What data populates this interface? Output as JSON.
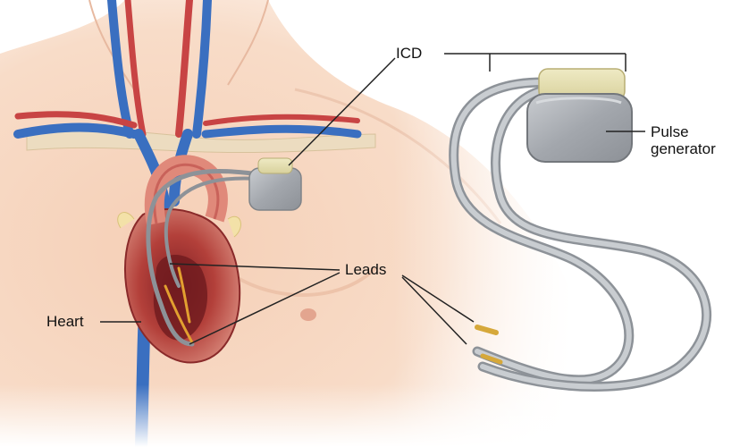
{
  "labels": {
    "icd": "ICD",
    "pulse_generator_line1": "Pulse",
    "pulse_generator_line2": "generator",
    "leads": "Leads",
    "heart": "Heart"
  },
  "colors": {
    "skin": "#f6d2b8",
    "artery": "#c84444",
    "vein": "#3a6fc0",
    "heart_muscle": "#b8453c",
    "device_body": "#a9adb3",
    "device_header": "#e4dfb4",
    "lead_wire": "#9ea3a8",
    "lead_tip": "#d6a83a",
    "callout_line": "#222222"
  }
}
